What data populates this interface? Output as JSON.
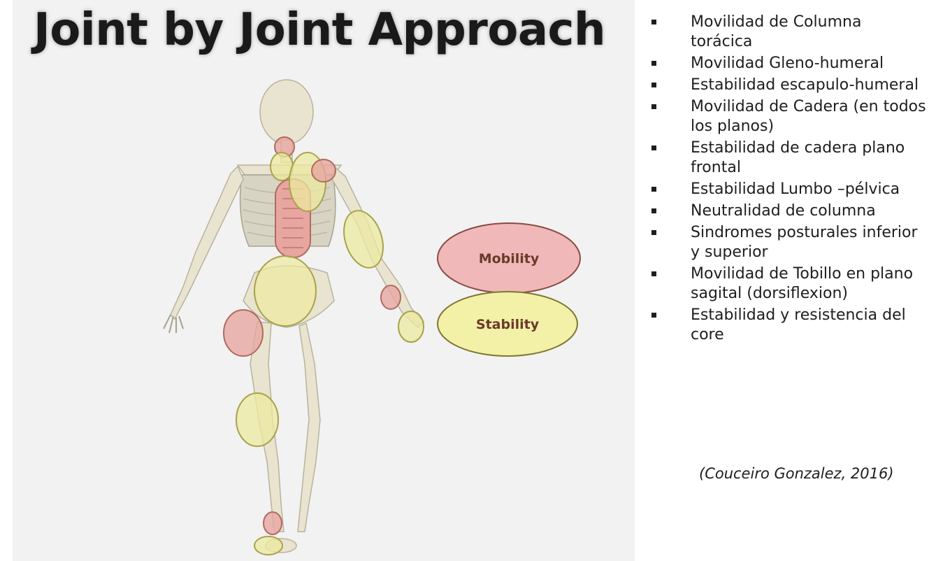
{
  "title": "Joint by Joint Approach",
  "legend": {
    "mobility_label": "Mobility",
    "stability_label": "Stability",
    "mobility_color": "#f0b8b8",
    "stability_color": "#f3f0a8"
  },
  "bullets": [
    "Movilidad de Columna torácica",
    "Movilidad Gleno-humeral",
    "Estabilidad escapulo-humeral",
    "Movilidad de Cadera (en todos los planos)",
    "Estabilidad de cadera plano frontal",
    "Estabilidad Lumbo –pélvica",
    "Neutralidad de columna",
    "Sindromes posturales inferior y superior",
    "Movilidad de Tobillo en plano sagital (dorsiflexion)",
    "Estabilidad y resistencia del core"
  ],
  "citation": "(Couceiro Gonzalez, 2016)"
}
